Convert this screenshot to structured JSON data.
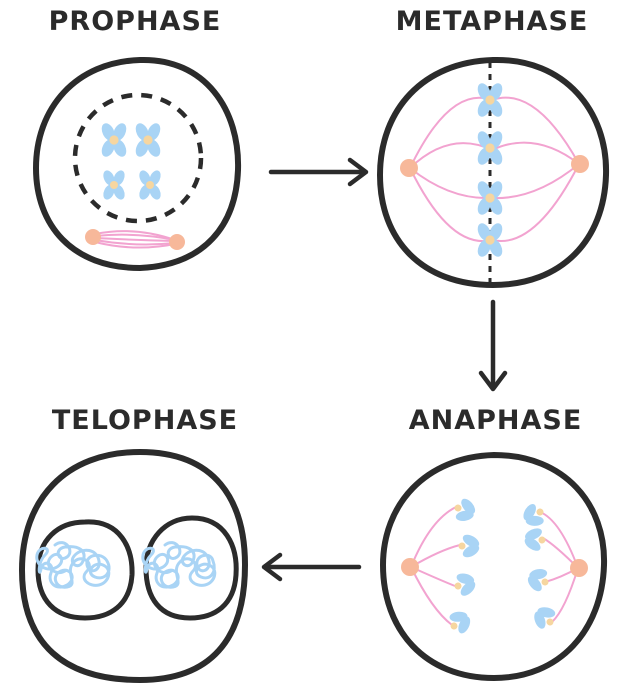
{
  "labels": {
    "prophase": "PROPHASE",
    "metaphase": "METAPHASE",
    "anaphase": "ANAPHASE",
    "telophase": "TELOPHASE"
  },
  "colors": {
    "outline": "#2b2b2b",
    "chromosome": "#a9d4f5",
    "centromere": "#f6d6a0",
    "centrosome": "#f7b89a",
    "spindle": "#f2a3d0",
    "chromatin": "#a9d4f5"
  },
  "flow": [
    "prophase",
    "metaphase",
    "anaphase",
    "telophase"
  ]
}
